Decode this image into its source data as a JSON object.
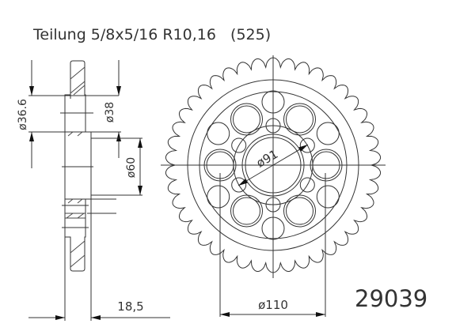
{
  "title": "Teilung 5/8x5/16 R10,16   (525)",
  "part_number": "29039",
  "dimensions": {
    "bore_36_6": "ø36.6",
    "bore_38": "ø38",
    "hub_60": "ø60",
    "center_91": "ø91",
    "bolt_110": "ø110",
    "width_18_5": "18,5"
  },
  "sprocket": {
    "teeth": 42
  }
}
